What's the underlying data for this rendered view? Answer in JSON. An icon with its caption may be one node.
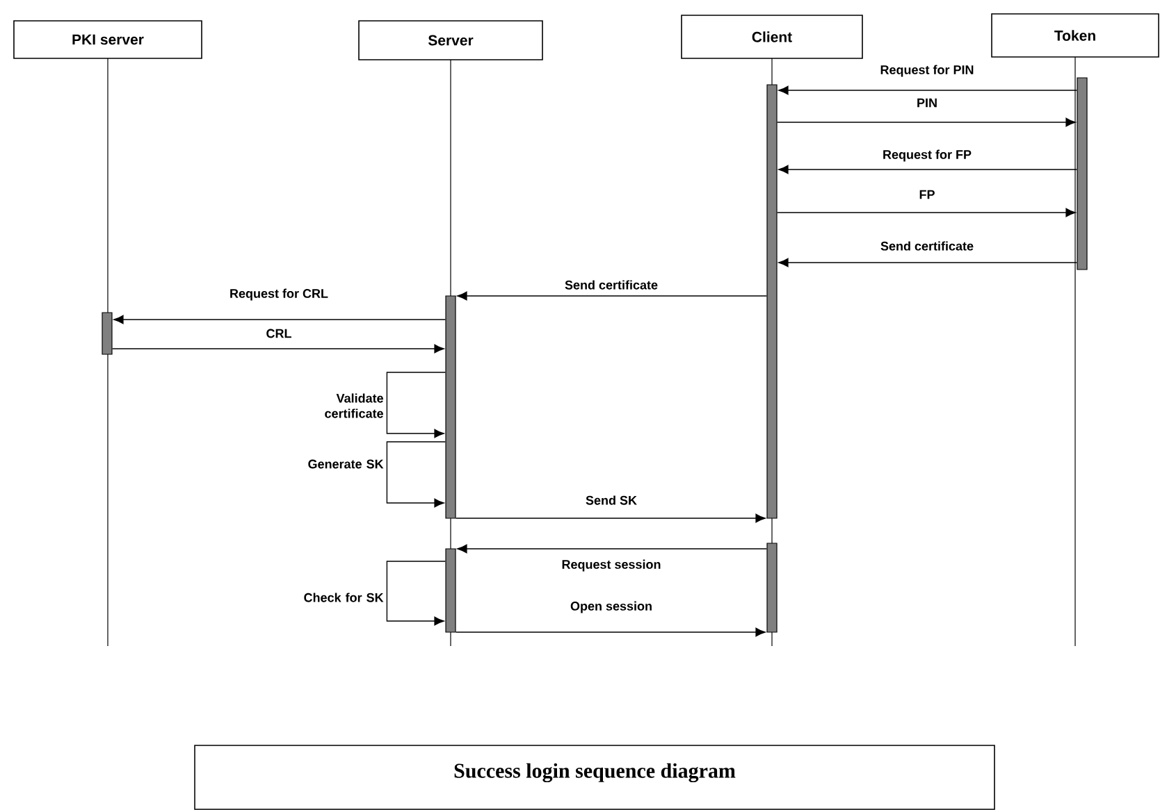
{
  "diagram": {
    "caption": "Success login sequence diagram",
    "nodes": [
      {
        "text": [
          "PKI server"
        ]
      },
      {
        "text": [
          "Server"
        ]
      },
      {
        "text": [
          "Client"
        ]
      },
      {
        "text": [
          "Token"
        ]
      },
      {
        "text": [],
        "shape": "bar"
      },
      {
        "text": [],
        "shape": "bar"
      },
      {
        "text": [],
        "shape": "bar"
      },
      {
        "text": [],
        "shape": "bar"
      },
      {
        "text": [],
        "shape": "bar"
      },
      {
        "text": [],
        "shape": "bar"
      }
    ],
    "edges": [
      {
        "from": 9,
        "to": 7,
        "arrow": "to",
        "label": "Request for PIN"
      },
      {
        "from": 7,
        "to": 9,
        "arrow": "to",
        "label": "PIN"
      },
      {
        "from": 9,
        "to": 7,
        "arrow": "to",
        "label": "Request for FP"
      },
      {
        "from": 7,
        "to": 9,
        "arrow": "to",
        "label": "FP"
      },
      {
        "from": 9,
        "to": 7,
        "arrow": "to",
        "label": "Send certificate"
      },
      {
        "from": 7,
        "to": 5,
        "arrow": "to",
        "label": "Send certificate"
      },
      {
        "from": 5,
        "to": 4,
        "arrow": "to",
        "label": "Request for CRL"
      },
      {
        "from": 4,
        "to": 5,
        "arrow": "to",
        "label": "CRL"
      },
      {
        "from": 5,
        "to": 5,
        "arrow": "to",
        "label": "Validate certificate"
      },
      {
        "from": 5,
        "to": 5,
        "arrow": "to",
        "label": "Generate SK"
      },
      {
        "from": 5,
        "to": 7,
        "arrow": "to",
        "label": "Send SK"
      },
      {
        "from": 8,
        "to": 6,
        "arrow": "to",
        "label": "Request session"
      },
      {
        "from": 6,
        "to": 6,
        "arrow": "to",
        "label": "Check for SK"
      },
      {
        "from": 6,
        "to": 8,
        "arrow": "to",
        "label": "Open session"
      }
    ]
  }
}
